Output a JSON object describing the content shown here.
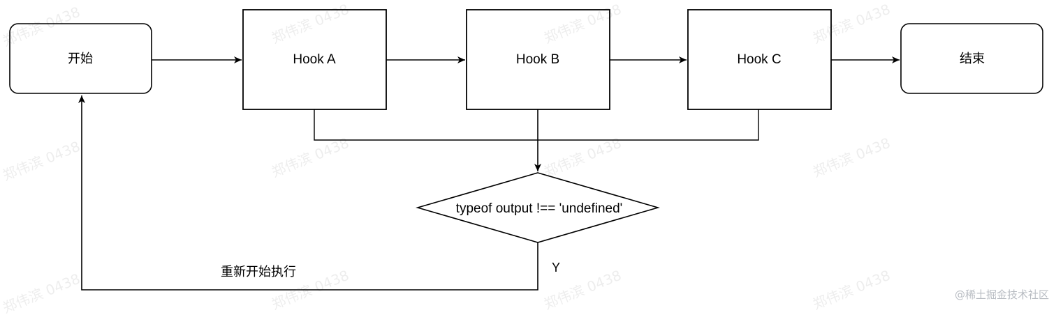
{
  "diagram": {
    "nodes": {
      "start": "开始",
      "hook_a": "Hook A",
      "hook_b": "Hook B",
      "hook_c": "Hook C",
      "end": "结束",
      "decision": "typeof output !== 'undefined'"
    },
    "edge_labels": {
      "yes": "Y",
      "restart": "重新开始执行"
    }
  },
  "watermark": "郑伟滨 0438",
  "credit": "@稀土掘金技术社区",
  "colors": {
    "stroke": "#000000",
    "fill": "#ffffff",
    "watermark": "#000000"
  }
}
